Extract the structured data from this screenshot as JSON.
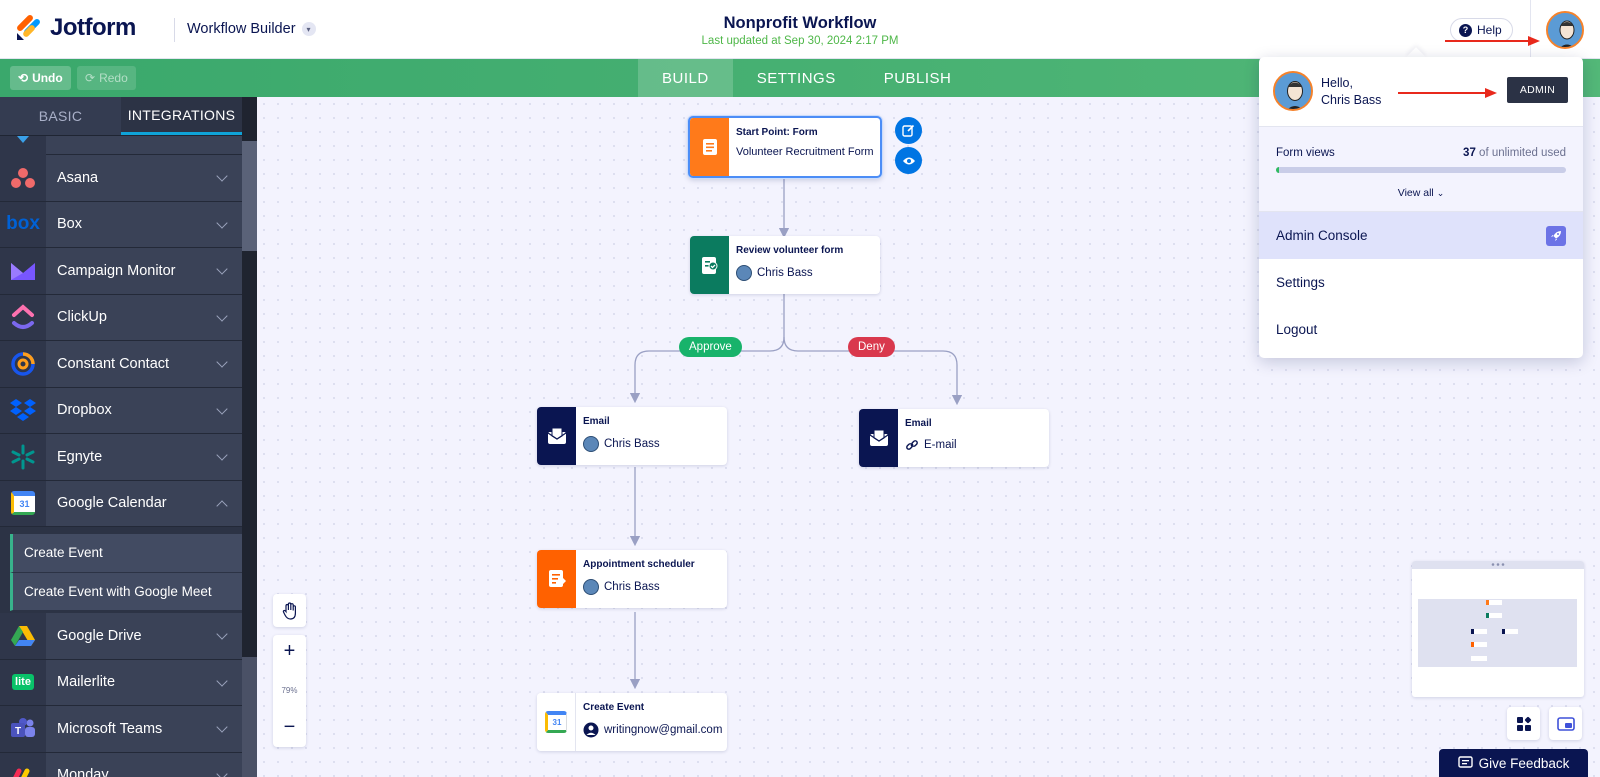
{
  "header": {
    "logo_text": "Jotform",
    "builder_label": "Workflow Builder",
    "title": "Nonprofit Workflow",
    "subtitle": "Last updated at Sep 30, 2024 2:17 PM",
    "help_label": "Help"
  },
  "toolbar": {
    "undo_label": "Undo",
    "redo_label": "Redo",
    "tabs": [
      "BUILD",
      "SETTINGS",
      "PUBLISH"
    ]
  },
  "sidebar": {
    "tabs": [
      "BASIC",
      "INTEGRATIONS"
    ],
    "items": [
      {
        "label": "Asana",
        "icon": "asana-icon"
      },
      {
        "label": "Box",
        "icon": "box-icon"
      },
      {
        "label": "Campaign Monitor",
        "icon": "campaign-monitor-icon"
      },
      {
        "label": "ClickUp",
        "icon": "clickup-icon"
      },
      {
        "label": "Constant Contact",
        "icon": "constant-contact-icon"
      },
      {
        "label": "Dropbox",
        "icon": "dropbox-icon"
      },
      {
        "label": "Egnyte",
        "icon": "egnyte-icon"
      },
      {
        "label": "Google Calendar",
        "icon": "google-calendar-icon"
      },
      {
        "label": "Google Drive",
        "icon": "google-drive-icon"
      },
      {
        "label": "Mailerlite",
        "icon": "mailerlite-icon"
      },
      {
        "label": "Microsoft Teams",
        "icon": "microsoft-teams-icon"
      },
      {
        "label": "Monday",
        "icon": "monday-icon"
      }
    ],
    "gcal_subitems": [
      "Create Event",
      "Create Event with Google Meet"
    ],
    "box_logo": "box",
    "mailerlite_logo": "lite",
    "gcal_day": "31"
  },
  "workflow": {
    "start": {
      "title": "Start Point: Form",
      "sub": "Volunteer Recruitment Form"
    },
    "review": {
      "title": "Review volunteer form",
      "sub": "Chris Bass"
    },
    "approve_label": "Approve",
    "deny_label": "Deny",
    "email_left": {
      "title": "Email",
      "sub": "Chris Bass"
    },
    "email_right": {
      "title": "Email",
      "sub": "E-mail"
    },
    "appointment": {
      "title": "Appointment scheduler",
      "sub": "Chris Bass"
    },
    "create_event": {
      "title": "Create Event",
      "sub": "writingnow@gmail.com"
    }
  },
  "zoom": {
    "level": "79%"
  },
  "feedback_label": "Give Feedback",
  "account_menu": {
    "greeting": "Hello,",
    "name": "Chris Bass",
    "admin_label": "ADMIN",
    "usage_label": "Form views",
    "usage_count": "37",
    "usage_suffix": "of unlimited used",
    "usage_fraction": 0.01,
    "view_all": "View all",
    "admin_console": "Admin Console",
    "settings": "Settings",
    "logout": "Logout"
  },
  "colors": {
    "accent_green": "#3aa86c",
    "approve": "#18b36b",
    "deny": "#d9384d",
    "orange": "#ff6100",
    "dark_navy": "#0a1551",
    "selected_blue": "#4c8df6"
  }
}
